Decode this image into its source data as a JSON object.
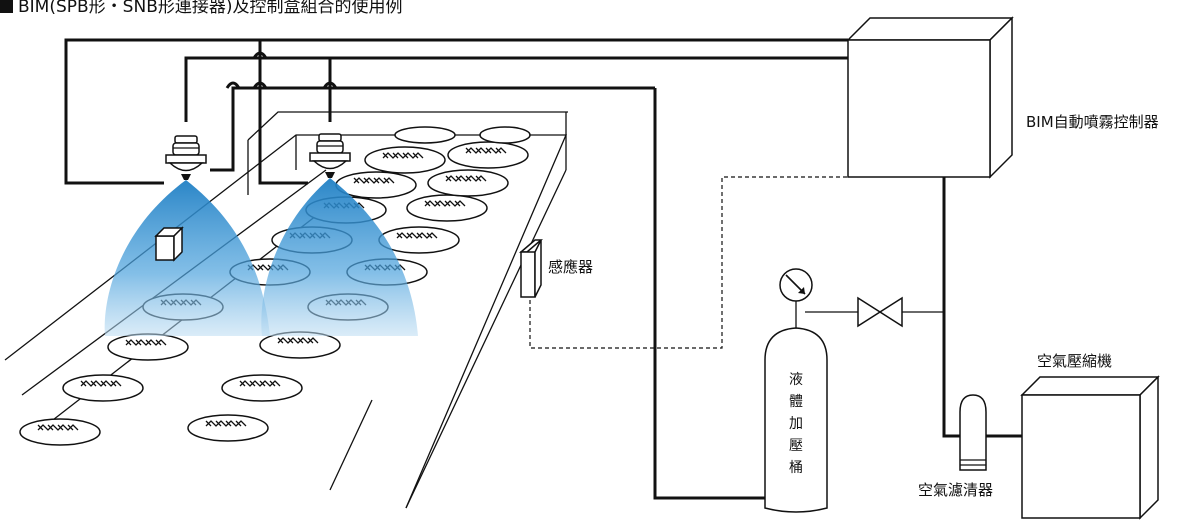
{
  "title": "BIM(SPB形・SNB形連接器)及控制盒組合的使用例",
  "labels": {
    "controller": "BIM自動噴霧控制器",
    "sensor": "感應器",
    "compressor": "空氣壓縮機",
    "filter": "空氣濾清器",
    "tank": "液體加壓桶"
  },
  "colors": {
    "spray": "#1f7fc4",
    "line": "#111111"
  }
}
